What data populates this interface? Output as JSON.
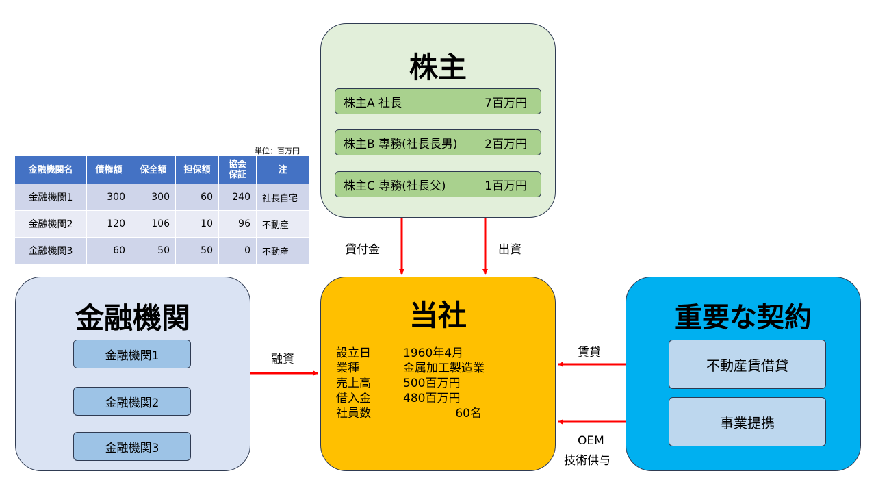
{
  "shareholders": {
    "title": "株主",
    "items": [
      {
        "name": "株主A 社長",
        "amount": "7百万円"
      },
      {
        "name": "株主B 専務(社長長男)",
        "amount": "2百万円"
      },
      {
        "name": "株主C 専務(社長父)",
        "amount": "1百万円"
      }
    ]
  },
  "company": {
    "title": "当社",
    "info": [
      {
        "label": "設立日",
        "value": "1960年4月"
      },
      {
        "label": "業種",
        "value": "金属加工製造業"
      },
      {
        "label": "売上高",
        "value": "500百万円"
      },
      {
        "label": "借入金",
        "value": "480百万円"
      },
      {
        "label": "社員数",
        "value": "60名"
      }
    ]
  },
  "financials": {
    "title": "金融機関",
    "items": [
      "金融機関1",
      "金融機関2",
      "金融機関3"
    ]
  },
  "contracts": {
    "title": "重要な契約",
    "items": [
      "不動産賃借貸",
      "事業提携"
    ]
  },
  "table": {
    "unit": "単位：百万円",
    "headers": [
      "金融機関名",
      "債権額",
      "保全額",
      "担保額",
      "協会\n保証",
      "注"
    ],
    "rows": [
      [
        "金融機関1",
        "300",
        "300",
        "60",
        "240",
        "社長自宅"
      ],
      [
        "金融機関2",
        "120",
        "106",
        "10",
        "96",
        "不動産"
      ],
      [
        "金融機関3",
        "60",
        "50",
        "50",
        "0",
        "不動産"
      ]
    ]
  },
  "arrows": {
    "loan_label": "貸付金",
    "investment_label": "出資",
    "financing_label": "融資",
    "lease_label": "賃貸",
    "oem_label_1": "OEM",
    "oem_label_2": "技術供与"
  },
  "colors": {
    "arrow": "#ff0000",
    "shareholders_bg": "#e2efda",
    "company_bg": "#ffc000",
    "financials_bg": "#dae3f3",
    "contracts_bg": "#00b0f0",
    "table_header": "#4472c4"
  }
}
